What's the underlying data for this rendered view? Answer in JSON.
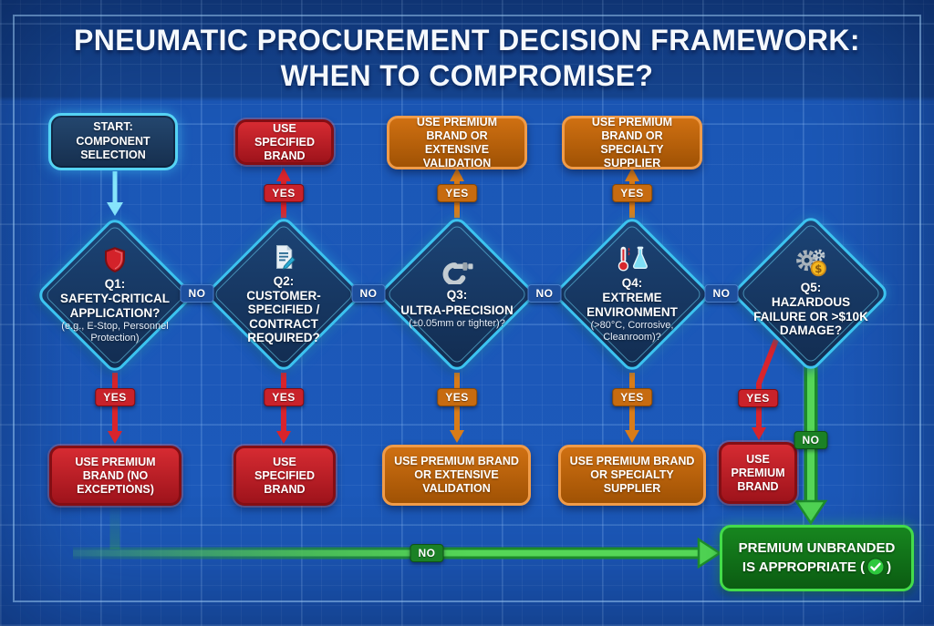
{
  "title": {
    "line1": "PNEUMATIC PROCUREMENT DECISION FRAMEWORK:",
    "line2": "WHEN TO COMPROMISE?"
  },
  "start": {
    "label": "START: COMPONENT SELECTION"
  },
  "diamonds": [
    {
      "id": "Q1",
      "label": "Q1:",
      "question": "SAFETY-CRITICAL APPLICATION?",
      "detail": "(e.g., E-Stop, Personnel Protection)",
      "icon": "shield-icon"
    },
    {
      "id": "Q2",
      "label": "Q2:",
      "question": "CUSTOMER-SPECIFIED / CONTRACT REQUIRED?",
      "detail": "",
      "icon": "contract-icon"
    },
    {
      "id": "Q3",
      "label": "Q3:",
      "question": "ULTRA-PRECISION",
      "detail": "(±0.05mm or tighter)?",
      "icon": "micrometer-icon"
    },
    {
      "id": "Q4",
      "label": "Q4:",
      "question": "EXTREME ENVIRONMENT",
      "detail": "(>80°C, Corrosive, Cleanroom)?",
      "icon": "thermometer-flask-icon"
    },
    {
      "id": "Q5",
      "label": "Q5:",
      "question": "HAZARDOUS FAILURE OR >$10K DAMAGE?",
      "detail": "",
      "icon": "gears-dollar-icon"
    }
  ],
  "outcomes_top": [
    {
      "text": "USE SPECIFIED BRAND",
      "variant": "red"
    },
    {
      "text": "USE PREMIUM BRAND OR EXTENSIVE VALIDATION",
      "variant": "orange"
    },
    {
      "text": "USE PREMIUM BRAND OR SPECIALTY SUPPLIER",
      "variant": "orange"
    }
  ],
  "outcomes_bottom": [
    {
      "text": "USE PREMIUM BRAND (NO EXCEPTIONS)",
      "variant": "red"
    },
    {
      "text": "USE SPECIFIED BRAND",
      "variant": "red"
    },
    {
      "text": "USE PREMIUM BRAND OR EXTENSIVE VALIDATION",
      "variant": "orange"
    },
    {
      "text": "USE PREMIUM BRAND OR SPECIALTY SUPPLIER",
      "variant": "orange"
    },
    {
      "text": "USE PREMIUM BRAND",
      "variant": "red"
    }
  ],
  "final": {
    "text_before_icon": "PREMIUM UNBRANDED IS APPROPRIATE (",
    "text_after_icon": ")",
    "icon": "check-circle-icon"
  },
  "labels": {
    "yes": "YES",
    "no": "NO"
  },
  "colors": {
    "background_blue": "#1b57b6",
    "title_band_blue": "#15448e",
    "node_navy": "#16395f",
    "cyan_accent": "#3cc3ef",
    "red_accent": "#c9222a",
    "orange_accent": "#cf7012",
    "green_accent": "#2fae3c",
    "badge_blue": "#1d4f9e",
    "coin_gold": "#f5b81f"
  }
}
